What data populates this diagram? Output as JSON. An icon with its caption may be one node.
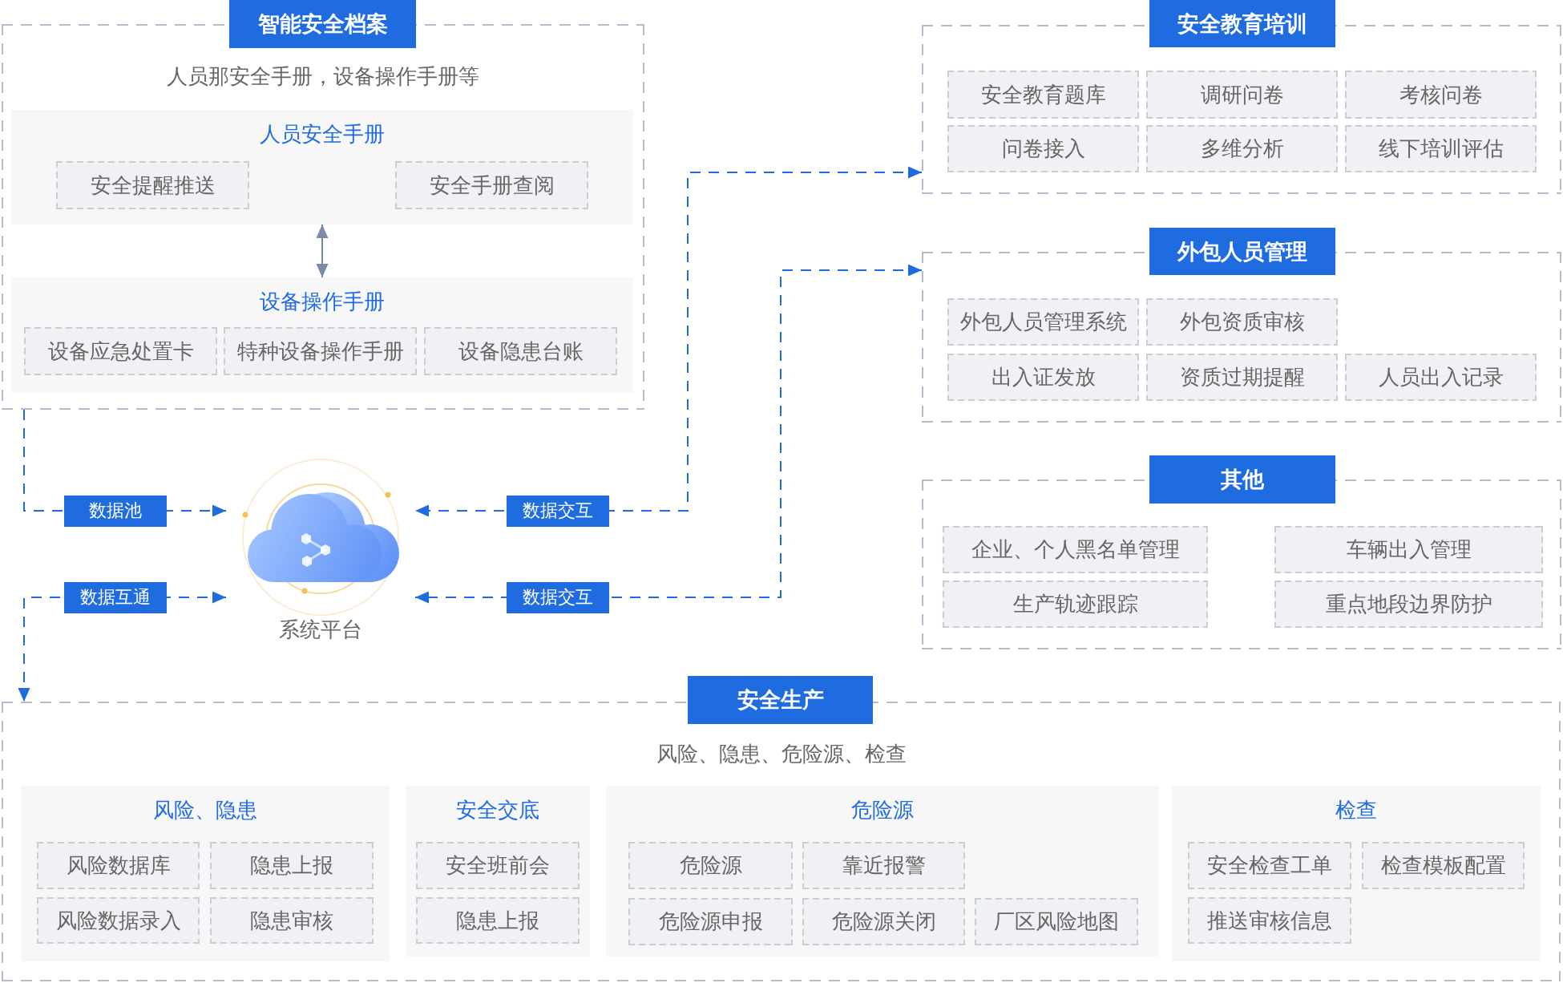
{
  "diagram": {
    "nodes": [
      {
        "text": [
          "智能安全档案",
          "人员那安全手册，设备操作手册等"
        ]
      },
      {
        "text": [
          "人员安全手册"
        ],
        "in": 0
      },
      {
        "text": [
          "安全提醒推送"
        ],
        "in": 1
      },
      {
        "text": [
          "安全手册查阅"
        ],
        "in": 1
      },
      {
        "text": [
          "设备操作手册"
        ],
        "in": 0
      },
      {
        "text": [
          "设备应急处置卡"
        ],
        "in": 4
      },
      {
        "text": [
          "特种设备操作手册"
        ],
        "in": 4
      },
      {
        "text": [
          "设备隐患台账"
        ],
        "in": 4
      },
      {
        "text": [
          "安全教育培训"
        ]
      },
      {
        "text": [
          "安全教育题库"
        ],
        "in": 8
      },
      {
        "text": [
          "调研问卷"
        ],
        "in": 8
      },
      {
        "text": [
          "考核问卷"
        ],
        "in": 8
      },
      {
        "text": [
          "问卷接入"
        ],
        "in": 8
      },
      {
        "text": [
          "多维分析"
        ],
        "in": 8
      },
      {
        "text": [
          "线下培训评估"
        ],
        "in": 8
      },
      {
        "text": [
          "外包人员管理"
        ]
      },
      {
        "text": [
          "外包人员管理系统"
        ],
        "in": 15
      },
      {
        "text": [
          "外包资质审核"
        ],
        "in": 15
      },
      {
        "text": [
          "出入证发放"
        ],
        "in": 15
      },
      {
        "text": [
          "资质过期提醒"
        ],
        "in": 15
      },
      {
        "text": [
          "人员出入记录"
        ],
        "in": 15
      },
      {
        "text": [
          "系统平台"
        ]
      },
      {
        "text": [
          "其他"
        ]
      },
      {
        "text": [
          "企业、个人黑名单管理"
        ],
        "in": 22
      },
      {
        "text": [
          "车辆出入管理"
        ],
        "in": 22
      },
      {
        "text": [
          "生产轨迹跟踪"
        ],
        "in": 22
      },
      {
        "text": [
          "重点地段边界防护"
        ],
        "in": 22
      },
      {
        "text": [
          "安全生产",
          "风险、隐患、危险源、检查"
        ]
      },
      {
        "text": [
          "风险、隐患"
        ],
        "in": 27
      },
      {
        "text": [
          "风险数据库"
        ],
        "in": 28
      },
      {
        "text": [
          "隐患上报"
        ],
        "in": 28
      },
      {
        "text": [
          "风险数据录入"
        ],
        "in": 28
      },
      {
        "text": [
          "隐患审核"
        ],
        "in": 28
      },
      {
        "text": [
          "安全交底"
        ],
        "in": 27
      },
      {
        "text": [
          "安全班前会"
        ],
        "in": 33
      },
      {
        "text": [
          "隐患上报"
        ],
        "in": 33
      },
      {
        "text": [
          "危险源"
        ],
        "in": 27
      },
      {
        "text": [
          "危险源"
        ],
        "in": 36
      },
      {
        "text": [
          "靠近报警"
        ],
        "in": 36
      },
      {
        "text": [
          "危险源申报"
        ],
        "in": 36
      },
      {
        "text": [
          "危险源关闭"
        ],
        "in": 36
      },
      {
        "text": [
          "厂区风险地图"
        ],
        "in": 36
      },
      {
        "text": [
          "检查"
        ],
        "in": 27
      },
      {
        "text": [
          "安全检查工单"
        ],
        "in": 42
      },
      {
        "text": [
          "检查模板配置"
        ],
        "in": 42
      },
      {
        "text": [
          "推送审核信息"
        ],
        "in": 42
      }
    ],
    "edges": [
      {
        "from": 1,
        "to": 4,
        "arrow": "both",
        "color": "#7b8aa8"
      },
      {
        "from": 0,
        "to": 21,
        "arrow": "to",
        "label": "数据池",
        "style": "dashed"
      },
      {
        "from": 8,
        "to": 21,
        "arrow": "both",
        "label": "数据交互",
        "style": "dashed"
      },
      {
        "from": 15,
        "to": 21,
        "arrow": "both",
        "label": "数据交互",
        "style": "dashed"
      },
      {
        "from": 21,
        "to": 27,
        "arrow": "both",
        "label": "数据互通",
        "style": "dashed"
      }
    ]
  }
}
